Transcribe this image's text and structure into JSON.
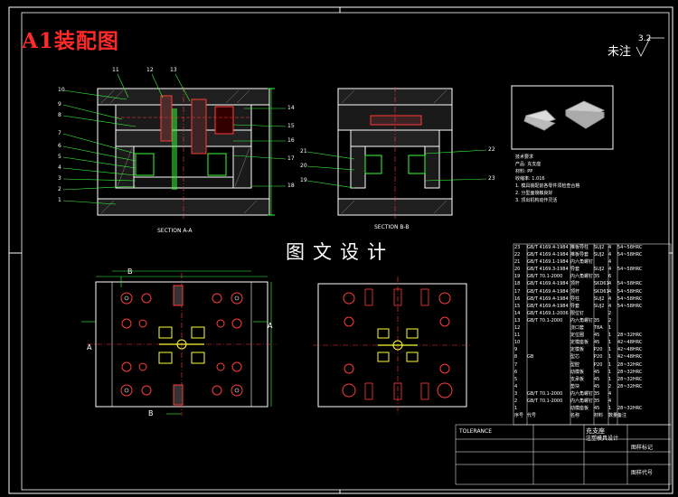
{
  "title": "A1装配图",
  "watermark": "图文设计",
  "roughness": {
    "label": "未注",
    "value": "3.2"
  },
  "section_labels": {
    "left_view": "SECTION A-A",
    "right_view": "SECTION B-B"
  },
  "cut_labels": [
    "A",
    "A",
    "B",
    "B"
  ],
  "part_numbers_left": [
    "10",
    "9",
    "8",
    "7",
    "6",
    "5",
    "4",
    "3",
    "2",
    "1"
  ],
  "part_numbers_top": [
    "11",
    "12",
    "13"
  ],
  "part_numbers_right": [
    "14",
    "15",
    "16",
    "17",
    "18"
  ],
  "part_numbers_right2": [
    "21",
    "20",
    "19",
    "22",
    "23"
  ],
  "tech_requirements": {
    "heading": "技术要求",
    "lines": [
      "产品: 充支座",
      "材料: PP",
      "收缩率: 1.016",
      "1. 模具装配前各零件须检查合格",
      "2. 分型面接触良好",
      "3. 顶出机构动作灵活"
    ]
  },
  "bom": {
    "rows": [
      [
        "23",
        "GB/T 4169.4-1984",
        "推板导柱",
        "SUJ2",
        "4",
        "54~58HRC"
      ],
      [
        "22",
        "GB/T 4169.4-1984",
        "推板导套",
        "SUJ2",
        "4",
        "54~58HRC"
      ],
      [
        "21",
        "GB/T 4169.1-1984",
        "内六角螺钉",
        "",
        "4",
        ""
      ],
      [
        "20",
        "GB/T 4169.3-1984",
        "导套",
        "SUJ2",
        "4",
        "54~58HRC"
      ],
      [
        "19",
        "GB/T 70.1-2000",
        "内六角螺钉",
        "35",
        "6",
        ""
      ],
      [
        "18",
        "GB/T 4169.4-1984",
        "顶杆",
        "SKD61",
        "4",
        "54~58HRC"
      ],
      [
        "17",
        "GB/T 4169.4-1984",
        "顶杆",
        "SKD61",
        "4",
        "54~58HRC"
      ],
      [
        "16",
        "GB/T 4169.4-1984",
        "导柱",
        "SUJ2",
        "4",
        "54~58HRC"
      ],
      [
        "15",
        "GB/T 4169.4-1984",
        "导套",
        "SUJ2",
        "4",
        "54~58HRC"
      ],
      [
        "14",
        "GB/T 4169.1-2006",
        "限位钉",
        "",
        "2",
        ""
      ],
      [
        "13",
        "GB/T 70.1-2000",
        "内六角螺钉",
        "35",
        "2",
        ""
      ],
      [
        "12",
        "",
        "浇口套",
        "T8A",
        "1",
        ""
      ],
      [
        "11",
        "",
        "定位圈",
        "45",
        "1",
        "28~32HRC"
      ],
      [
        "10",
        "",
        "定模座板",
        "45",
        "1",
        "42~48HRC"
      ],
      [
        "9",
        "",
        "定模板",
        "P20",
        "1",
        "42~48HRC"
      ],
      [
        "8",
        "GB",
        "型芯",
        "P20",
        "1",
        "42~48HRC"
      ],
      [
        "7",
        "",
        "型腔",
        "P20",
        "1",
        "28~32HRC"
      ],
      [
        "6",
        "",
        "动模板",
        "45",
        "1",
        "28~32HRC"
      ],
      [
        "5",
        "",
        "支承板",
        "45",
        "1",
        "28~32HRC"
      ],
      [
        "4",
        "",
        "垫块",
        "45",
        "2",
        "28~32HRC"
      ],
      [
        "3",
        "GB/T 70.1-2000",
        "内六角螺钉",
        "35",
        "4",
        ""
      ],
      [
        "2",
        "GB/T 70.1-2000",
        "内六角螺钉",
        "35",
        "4",
        ""
      ],
      [
        "1",
        "",
        "动模座板",
        "45",
        "1",
        "28~32HRC"
      ],
      [
        "序号",
        "代号",
        "名称",
        "材料",
        "数量",
        "备注"
      ]
    ]
  },
  "title_block": {
    "product": "充支座",
    "drawing": "注塑模具设计",
    "label1": "图样标记",
    "label2": "图样代号",
    "tolerance": "TOLERANCE"
  }
}
